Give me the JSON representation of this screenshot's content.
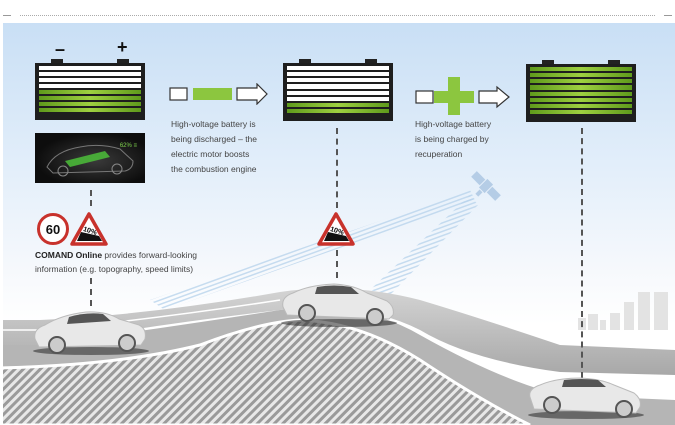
{
  "header": {
    "divider": "dotted-rule"
  },
  "stages": [
    {
      "id": "stage-1",
      "battery_level_cells": {
        "filled": 4,
        "total": 8
      },
      "terminals": [
        "-",
        "+"
      ]
    },
    {
      "id": "stage-2",
      "battery_level_cells": {
        "filled": 2,
        "total": 8
      }
    },
    {
      "id": "stage-3",
      "battery_level_cells": {
        "filled": 8,
        "total": 8
      }
    }
  ],
  "flows": [
    {
      "id": "discharge",
      "symbol": "green-bar",
      "caption": [
        "High-voltage battery is",
        "being discharged – the",
        "electric motor boosts",
        "the combustion engine"
      ]
    },
    {
      "id": "charge",
      "symbol": "green-plus",
      "caption": [
        "High-voltage battery",
        "is being charged by",
        "recuperation"
      ]
    }
  ],
  "display_panel": {
    "label": "62% ≡"
  },
  "signs": {
    "speed_limit": "60",
    "gradient_1": "10%",
    "gradient_2": "10%"
  },
  "comand": {
    "bold": "COMAND Online",
    "line1_rest": " provides forward-looking",
    "line2": "information (e.g. topography, speed limits)"
  },
  "colors": {
    "accent_green": "#8cc63f",
    "sign_red": "#c8322c",
    "sky": "#c9dff5",
    "road_gray": "#a9a9a9"
  }
}
